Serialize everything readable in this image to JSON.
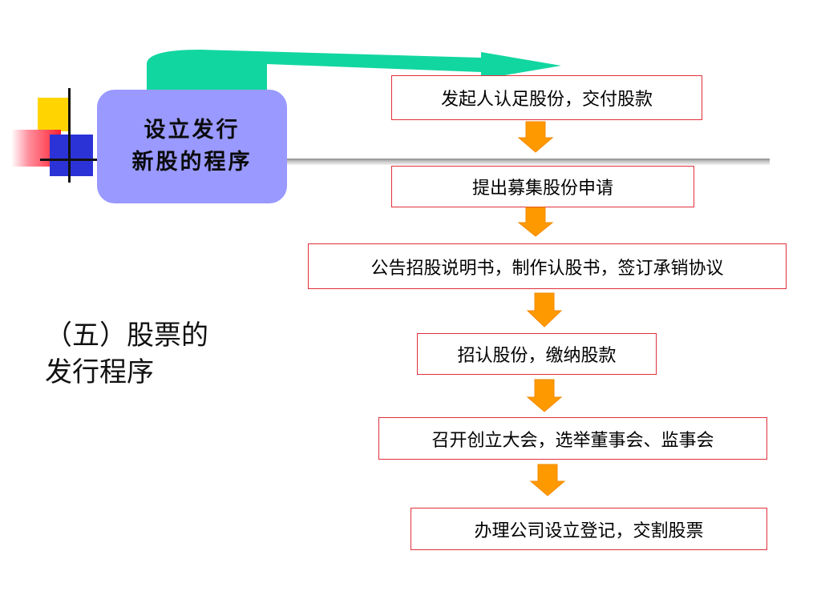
{
  "title_box": {
    "lines": [
      "设立发行",
      "新股的程序"
    ]
  },
  "subtitle": {
    "lines": [
      "（五）股票的",
      "发行程序"
    ]
  },
  "steps": [
    {
      "label": "发起人认足股份，交付股款"
    },
    {
      "label": "提出募集股份申请"
    },
    {
      "label": "公告招股说明书，制作认股书，签订承销协议"
    },
    {
      "label": "招认股份，缴纳股款"
    },
    {
      "label": "召开创立大会，选举董事会、监事会"
    },
    {
      "label": "办理公司设立登记，交割股票"
    }
  ],
  "colors": {
    "title_box": "#9999ff",
    "step_border": "#e0303a",
    "down_arrow": "#ff9900",
    "curved_arrow": "#12d6a0"
  }
}
